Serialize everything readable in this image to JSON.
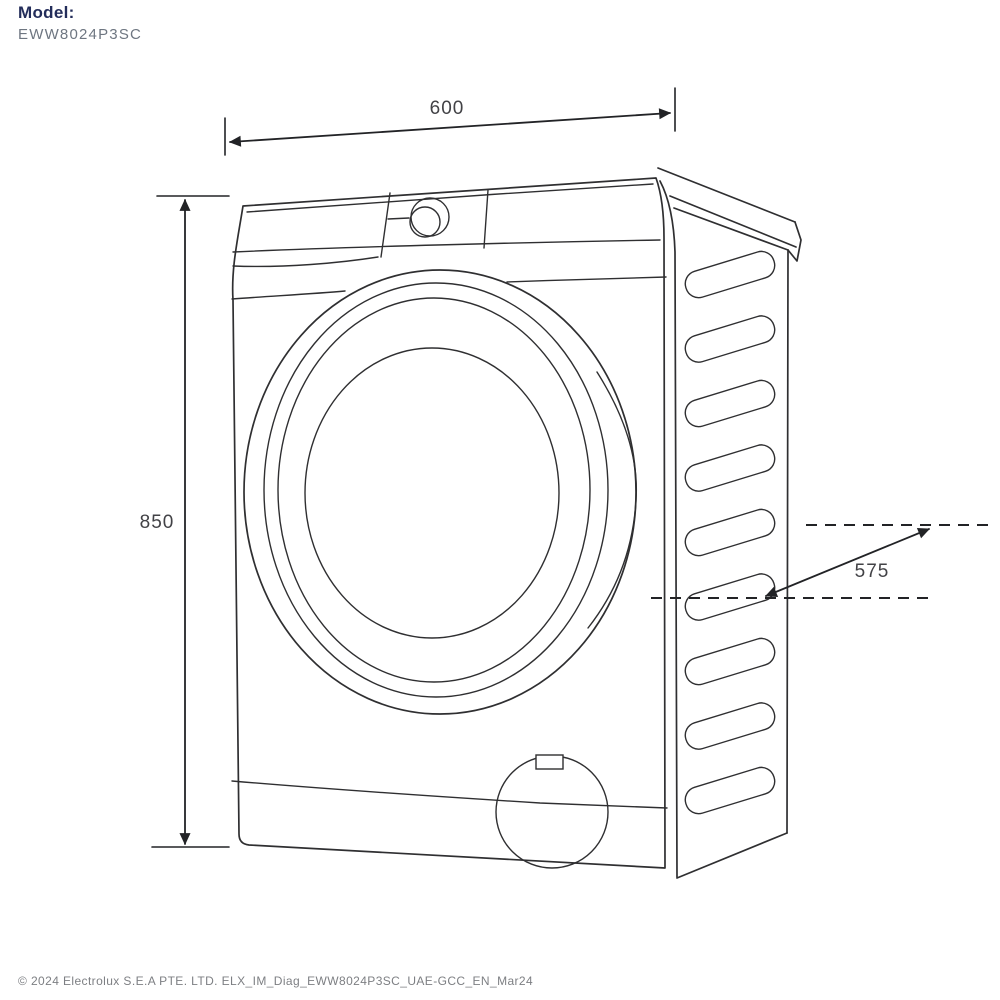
{
  "header": {
    "model_label": "Model:",
    "model_number": "EWW8024P3SC"
  },
  "dimensions": {
    "width": "600",
    "height": "850",
    "depth": "575"
  },
  "footer": {
    "copyright": "© 2024 Electrolux S.E.A PTE. LTD. ELX_IM_Diag_EWW8024P3SC_UAE-GCC_EN_Mar24"
  },
  "colors": {
    "model_label_text": "#232d5a",
    "model_number_text": "#6e7681",
    "drawing_line": "#2f2f31",
    "dimension_line": "#222326",
    "dimension_text": "#424246",
    "footer_text": "#7d7f83",
    "background": "#ffffff"
  }
}
